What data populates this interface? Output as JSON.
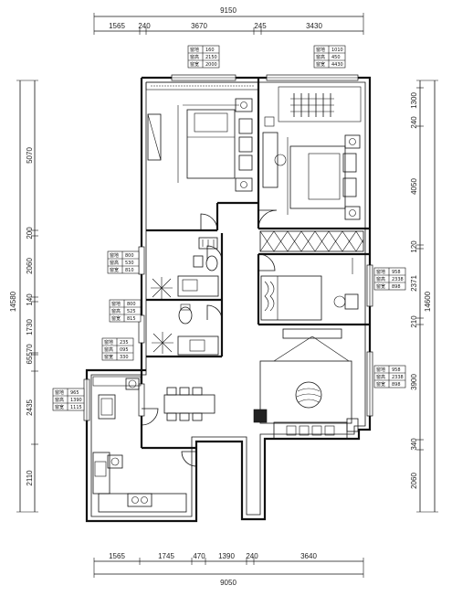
{
  "dimensions": {
    "top_total": "9150",
    "top_segments": [
      "1565",
      "240",
      "3670",
      "245",
      "3430"
    ],
    "bottom_total": "9050",
    "bottom_segments": [
      "1565",
      "1745",
      "470",
      "1390",
      "240",
      "3640"
    ],
    "left_total": "14580",
    "left_segments": [
      "5070",
      "200",
      "2060",
      "140",
      "1730",
      "65",
      "570",
      "2435",
      "2110"
    ],
    "right_total": "14600",
    "right_segments": [
      "240",
      "1300",
      "4050",
      "120",
      "2371",
      "210",
      "3900",
      "340",
      "2060"
    ]
  },
  "window_tags": [
    {
      "labels": [
        "窗地",
        "窗高",
        "窗宽"
      ],
      "values": [
        "160",
        "2150",
        "2000"
      ]
    },
    {
      "labels": [
        "窗地",
        "窗高",
        "窗宽"
      ],
      "values": [
        "1010",
        "450",
        "4430"
      ]
    },
    {
      "labels": [
        "窗地",
        "窗高",
        "窗宽"
      ],
      "values": [
        "800",
        "530",
        "810"
      ]
    },
    {
      "labels": [
        "窗地",
        "窗高",
        "窗宽"
      ],
      "values": [
        "958",
        "2338",
        "898"
      ]
    },
    {
      "labels": [
        "窗地",
        "窗高",
        "窗宽"
      ],
      "values": [
        "800",
        "525",
        "815"
      ]
    },
    {
      "labels": [
        "窗地",
        "窗高",
        "窗宽"
      ],
      "values": [
        "235",
        "095",
        "330"
      ]
    },
    {
      "labels": [
        "窗地",
        "窗高",
        "窗宽"
      ],
      "values": [
        "965",
        "1390",
        "1115"
      ]
    },
    {
      "labels": [
        "窗地",
        "窗高",
        "窗宽"
      ],
      "values": [
        "958",
        "2338",
        "898"
      ]
    }
  ]
}
